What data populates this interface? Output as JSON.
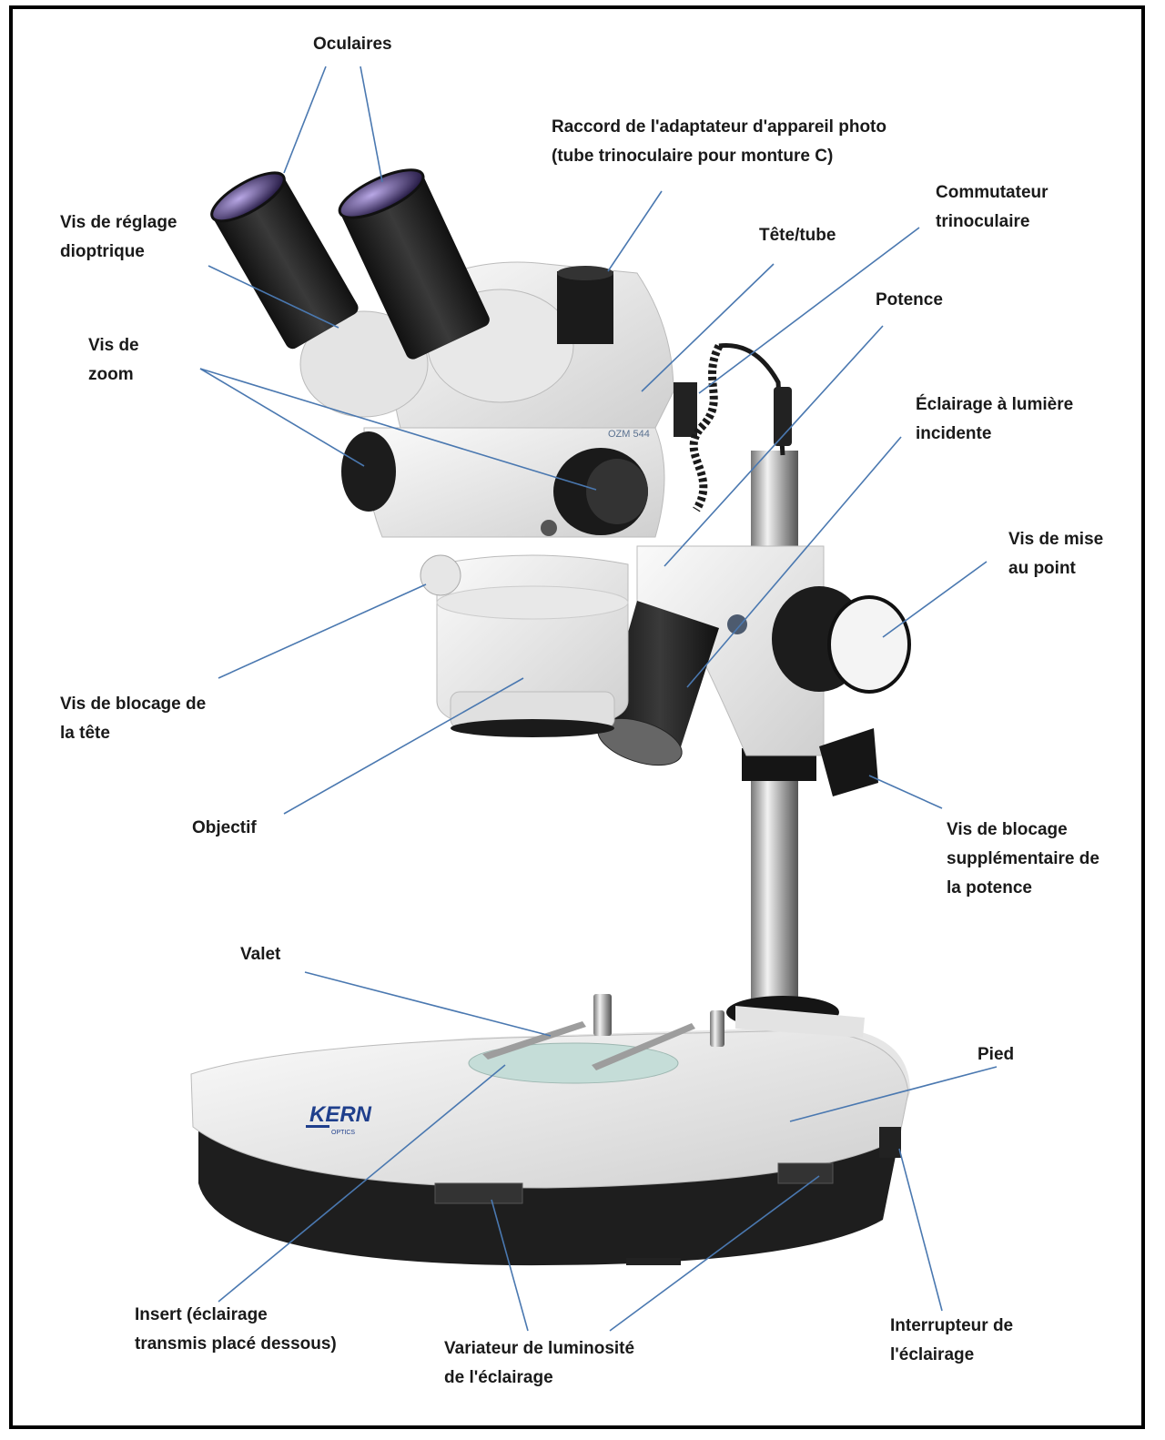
{
  "labels": {
    "oculaires": "Oculaires",
    "raccord": "Raccord de l'adaptateur d'appareil photo\n(tube trinoculaire pour monture C)",
    "reglage": "Vis de réglage\ndioptrique",
    "commutateur": "Commutateur\ntrinoculaire",
    "tete": "Tête/tube",
    "potence": "Potence",
    "zoom": "Vis de\nzoom",
    "eclairage_incident": "Éclairage à lumière\nincidente",
    "mise_au_point": "Vis de mise\nau point",
    "blocage_tete": "Vis de blocage de\nla tête",
    "objectif": "Objectif",
    "blocage_potence": "Vis de blocage\nsupplémentaire de\nla potence",
    "valet": "Valet",
    "pied": "Pied",
    "insert": "Insert (éclairage\ntransmis placé dessous)",
    "variateur": "Variateur de luminosité\nde l'éclairage",
    "interrupteur": "Interrupteur de\nl'éclairage"
  },
  "microscope": {
    "model_text": "OZM 544",
    "brand_text": "KERN",
    "brand_sub": "OPTICS"
  },
  "colors": {
    "leader_line": "#4a78b0",
    "body_white": "#ececec",
    "dark": "#1c1c1c"
  }
}
